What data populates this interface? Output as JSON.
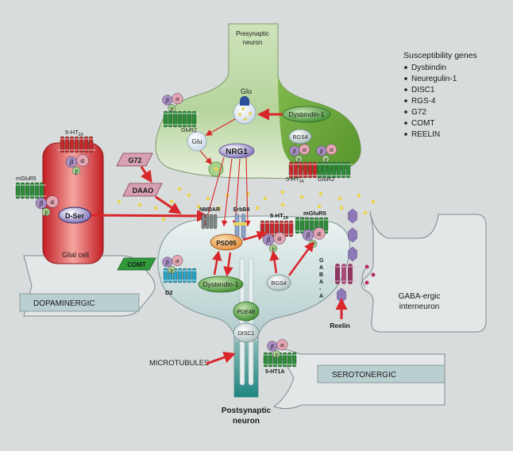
{
  "presynaptic_label_1": "Presynaptic",
  "presynaptic_label_2": "neuron",
  "postsynaptic_label_1": "Postsynaptic",
  "postsynaptic_label_2": "neuron",
  "susceptibility": {
    "title": "Susceptibility genes",
    "items": [
      "Dysbindin",
      "Neuregulin-1",
      "DISC1",
      "RGS-4",
      "G72",
      "COMT",
      "REELIN"
    ]
  },
  "labels": {
    "glu_top": "Glu",
    "glu_vesicle": "Glu",
    "dysbindin_pre": "Dysbindin-1",
    "rgs4_pre": "RGS4",
    "nrg1": "NRG1",
    "glur2_left": "GluR2",
    "glur2_right": "GluR2",
    "ht2a_pre": "5-HT",
    "ht2a_pre_sub": "2A",
    "ht2a_glial": "5-HT",
    "ht2a_glial_sub": "2A",
    "mglur5_glial": "mGluR5",
    "g72": "G72",
    "daao": "DAAO",
    "dser": "D-Ser",
    "glial_cell": "Glial cell",
    "nmdar": "NMDAR",
    "erbb4": "ErbB4",
    "ht2a_post": "5-HT",
    "ht2a_post_sub": "2A",
    "mglur5_post": "mGluR5",
    "psd95": "PSD95",
    "dysbindin_post": "Dysbindin-1",
    "rgs4_post": "RGS4",
    "comt": "COMT",
    "d2": "D2",
    "dopaminergic": "DOPAMINERGIC",
    "pde4b": "PDE4B",
    "disc1": "DISC1",
    "microtubules": "MICROTUBULES",
    "ht1a": "5-HT1A",
    "serotonergic": "SEROTONERGIC",
    "gaba_a": [
      "G",
      "A",
      "B",
      "A",
      "-",
      "A"
    ],
    "reelin": "Reelin",
    "gaba_interneuron_1": "GABA-ergic",
    "gaba_interneuron_2": "interneuron"
  },
  "greek": {
    "alpha": "α",
    "beta": "β",
    "gamma": "γ"
  },
  "colors": {
    "presynaptic_top": "#a9c98c",
    "presynaptic_green": "#5e9e2e",
    "postsynaptic": "#b8d0d0",
    "axon": "#2f8f8a",
    "glial_red": "#d52b2e",
    "arrow_red": "#d8262a",
    "receptor_green": "#2e8b3a",
    "receptor_red": "#c7282d",
    "receptor_blue": "#2aa2c9",
    "beta_purple": "#a98fc4",
    "alpha_pink": "#e4a6b2",
    "gamma_green": "#a7d18b",
    "vesicle_yellow": "#e8d55a",
    "reelin_purple": "#8e79b8"
  }
}
